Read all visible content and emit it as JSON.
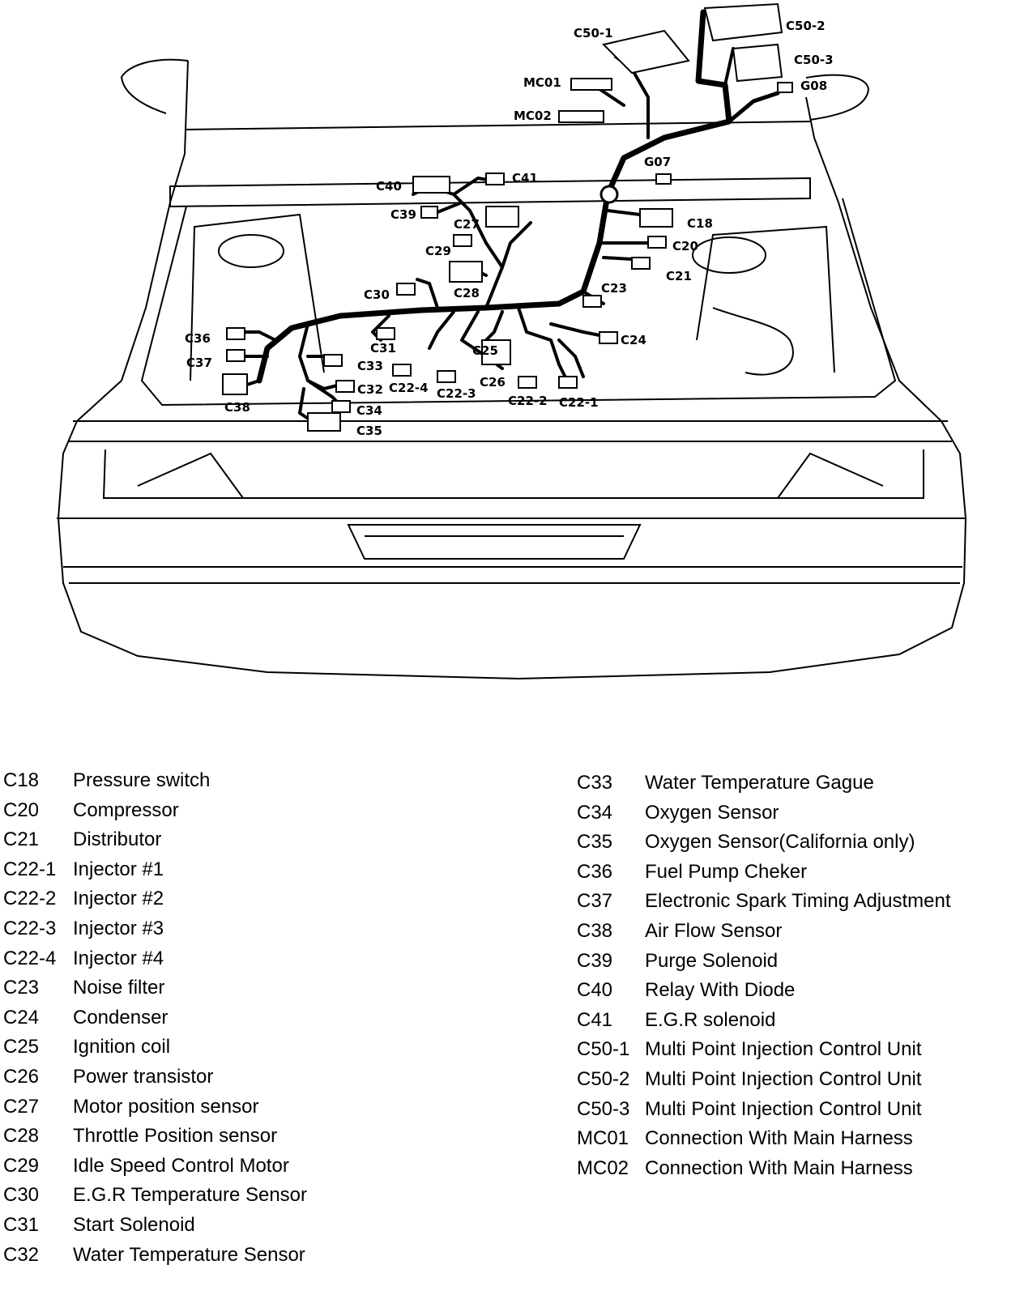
{
  "diagram_labels": {
    "c50_1": "C50-1",
    "c50_2": "C50-2",
    "c50_3": "C50-3",
    "g08": "G08",
    "mc01": "MC01",
    "mc02": "MC02",
    "g07": "G07",
    "c41": "C41",
    "c40": "C40",
    "c39": "C39",
    "c27": "C27",
    "c18": "C18",
    "c20": "C20",
    "c29": "C29",
    "c21": "C21",
    "c30": "C30",
    "c28": "C28",
    "c23": "C23",
    "c36": "C36",
    "c31": "C31",
    "c24": "C24",
    "c25": "C25",
    "c37": "C37",
    "c33": "C33",
    "c26": "C26",
    "c32": "C32",
    "c22_4": "C22-4",
    "c22_3": "C22-3",
    "c22_2": "C22-2",
    "c22_1": "C22-1",
    "c38": "C38",
    "c34": "C34",
    "c35": "C35"
  },
  "legend_left": [
    {
      "code": "C18",
      "desc": "Pressure switch"
    },
    {
      "code": "C20",
      "desc": "Compressor"
    },
    {
      "code": "C21",
      "desc": "Distributor"
    },
    {
      "code": "C22-1",
      "desc": "Injector #1"
    },
    {
      "code": "C22-2",
      "desc": "Injector #2"
    },
    {
      "code": "C22-3",
      "desc": "Injector #3"
    },
    {
      "code": "C22-4",
      "desc": "Injector #4"
    },
    {
      "code": "C23",
      "desc": "Noise filter"
    },
    {
      "code": "C24",
      "desc": "Condenser"
    },
    {
      "code": "C25",
      "desc": "Ignition coil"
    },
    {
      "code": "C26",
      "desc": "Power transistor"
    },
    {
      "code": "C27",
      "desc": "Motor position sensor"
    },
    {
      "code": "C28",
      "desc": "Throttle Position sensor"
    },
    {
      "code": "C29",
      "desc": "Idle Speed Control Motor"
    },
    {
      "code": "C30",
      "desc": "E.G.R Temperature Sensor"
    },
    {
      "code": "C31",
      "desc": "Start Solenoid"
    },
    {
      "code": "C32",
      "desc": "Water Temperature Sensor"
    }
  ],
  "legend_right": [
    {
      "code": "C33",
      "desc": "Water Temperature Gague"
    },
    {
      "code": "C34",
      "desc": "Oxygen Sensor"
    },
    {
      "code": "C35",
      "desc": "Oxygen Sensor(California only)"
    },
    {
      "code": "C36",
      "desc": "Fuel Pump Cheker"
    },
    {
      "code": "C37",
      "desc": "Electronic Spark Timing Adjustment"
    },
    {
      "code": "C38",
      "desc": "Air Flow Sensor"
    },
    {
      "code": "C39",
      "desc": "Purge Solenoid"
    },
    {
      "code": "C40",
      "desc": "Relay With Diode"
    },
    {
      "code": "C41",
      "desc": "E.G.R solenoid"
    },
    {
      "code": "C50-1",
      "desc": "Multi Point Injection Control Unit"
    },
    {
      "code": "C50-2",
      "desc": "Multi Point Injection Control Unit"
    },
    {
      "code": "C50-3",
      "desc": "Multi Point Injection Control Unit"
    },
    {
      "code": "MC01",
      "desc": "Connection With Main Harness"
    },
    {
      "code": "MC02",
      "desc": "Connection With Main Harness"
    }
  ]
}
